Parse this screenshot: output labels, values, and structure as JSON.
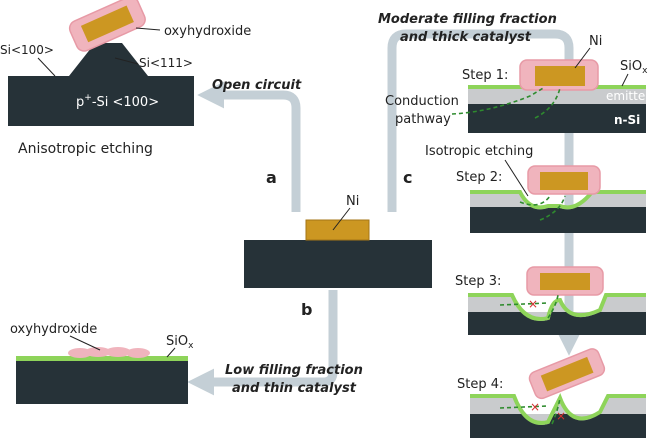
{
  "colors": {
    "substrate": "#263238",
    "emitter": "#c9cbcd",
    "catalyst": "#cc9722",
    "oxyhydroxide": "#f0b4bd",
    "oxide": "#8ed45a",
    "arrow": "#c4cfd6",
    "pathway": "#2e8b2e",
    "block_mark": "#d23030"
  },
  "center": {
    "ni_label": "Ni",
    "label_a": "a",
    "label_b": "b",
    "label_c": "c"
  },
  "branch_a": {
    "arrow_label": "Open circuit",
    "oxyhydroxide": "oxyhydroxide",
    "si100": "Si<100>",
    "si111": "Si<111>",
    "substrate_main": "p",
    "substrate_sup": "+",
    "substrate_rest": "-Si <100>",
    "caption": "Anisotropic etching"
  },
  "branch_b": {
    "arrow_label_1": "Low filling fraction",
    "arrow_label_2": "and thin catalyst",
    "oxyhydroxide": "oxyhydroxide",
    "siox_main": "SiO",
    "siox_sub": "x"
  },
  "branch_c": {
    "title_1": "Moderate filling fraction",
    "title_2": "and thick catalyst",
    "step1": "Step 1:",
    "step2": "Step 2:",
    "step3": "Step 3:",
    "step4": "Step 4:",
    "ni": "Ni",
    "siox_main": "SiO",
    "siox_sub": "x",
    "emitter": "emitter",
    "nsi": "n-Si",
    "conduction_1": "Conduction",
    "conduction_2": "pathway",
    "isotropic": "Isotropic etching",
    "block_mark": "×"
  }
}
